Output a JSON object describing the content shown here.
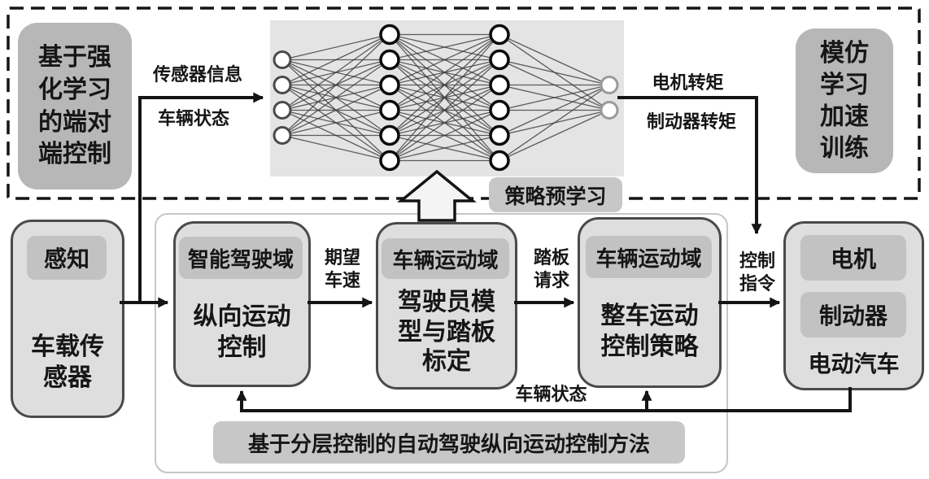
{
  "diagram": {
    "top_section": {
      "rl_box_label": "基于强\n化学习\n的端对\n端控制",
      "imitation_box_label": "模仿\n学习\n加速\n训练",
      "nn": {
        "layers": [
          4,
          6,
          6,
          2
        ]
      },
      "input_labels": {
        "sensor_info": "传感器信息",
        "vehicle_state": "车辆状态"
      },
      "output_labels": {
        "motor_torque": "电机转矩",
        "brake_torque": "制动器转矩"
      },
      "policy_prelearn_label": "策略预学习"
    },
    "pipeline": {
      "sensor_box": {
        "header": "感知",
        "body": "车载传\n感器"
      },
      "longitudinal_box": {
        "header": "智能驾驶域",
        "body": "纵向运动\n控制"
      },
      "driver_model_box": {
        "header": "车辆运动域",
        "body": "驾驶员模\n型与踏板\n标定"
      },
      "vehicle_control_box": {
        "header": "车辆运动域",
        "body": "整车运动\n控制策略"
      },
      "ev_box": {
        "item_motor": "电机",
        "item_brake": "制动器",
        "label": "电动汽车"
      },
      "arrow_labels": {
        "desired_speed": "期望\n车速",
        "pedal_request": "踏板\n请求",
        "control_command": "控制\n指令",
        "vehicle_state_feedback": "车辆状态"
      },
      "method_label": "基于分层控制的自动驾驶纵向运动控制方法"
    },
    "colors": {
      "dark_box_gray": "#b7b7b7",
      "nn_panel_gray": "#e4e4e4",
      "header_gray": "#c2c2c2",
      "pipeline_box_gray": "#dedede",
      "tag_gray": "#c7c7c7",
      "line_black": "#141414",
      "group_border_gray": "#c6c6c6"
    }
  }
}
